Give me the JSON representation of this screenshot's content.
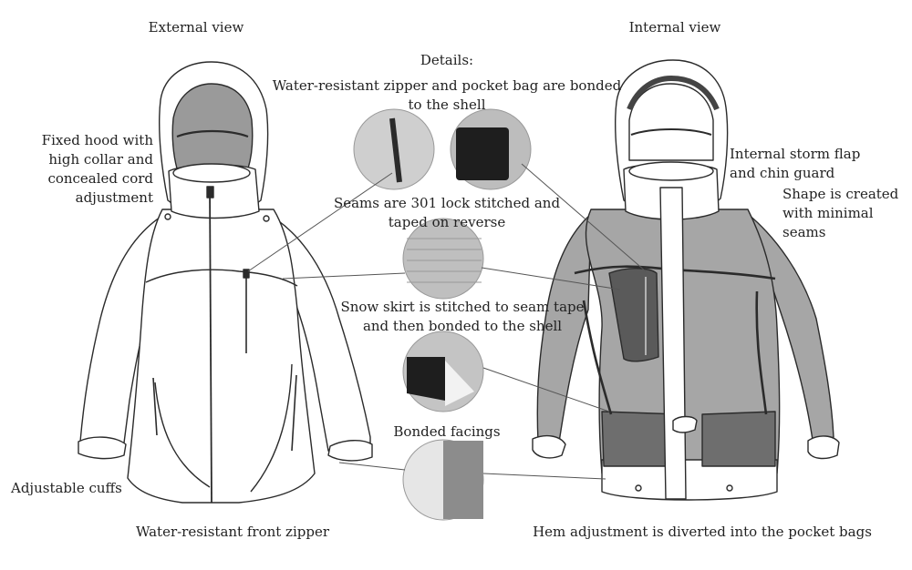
{
  "views": {
    "external": "External view",
    "internal": "Internal view"
  },
  "details_heading": "Details:",
  "callouts": {
    "zipper_pocket": "Water-resistant zipper and pocket bag are bonded\nto the shell",
    "hood": "Fixed hood with\nhigh collar and\nconcealed cord\nadjustment",
    "storm_flap": "Internal storm flap\nand chin guard",
    "shape": "Shape is created\nwith minimal\nseams",
    "seams": "Seams are 301 lock stitched and\ntaped on reverse",
    "snow_skirt": "Snow skirt is stitched to seam tape\nand then bonded to the shell",
    "facings": "Bonded facings",
    "cuffs": "Adjustable cuffs",
    "front_zipper": "Water-resistant front zipper",
    "hem": "Hem adjustment is diverted into the pocket bags"
  },
  "colors": {
    "line": "#2b2b2b",
    "jacket_external": "#ffffff",
    "jacket_internal_dark": "#8a8a8a",
    "jacket_internal_light": "#a6a6a6",
    "detail_swatch": "#c9c9c9"
  }
}
